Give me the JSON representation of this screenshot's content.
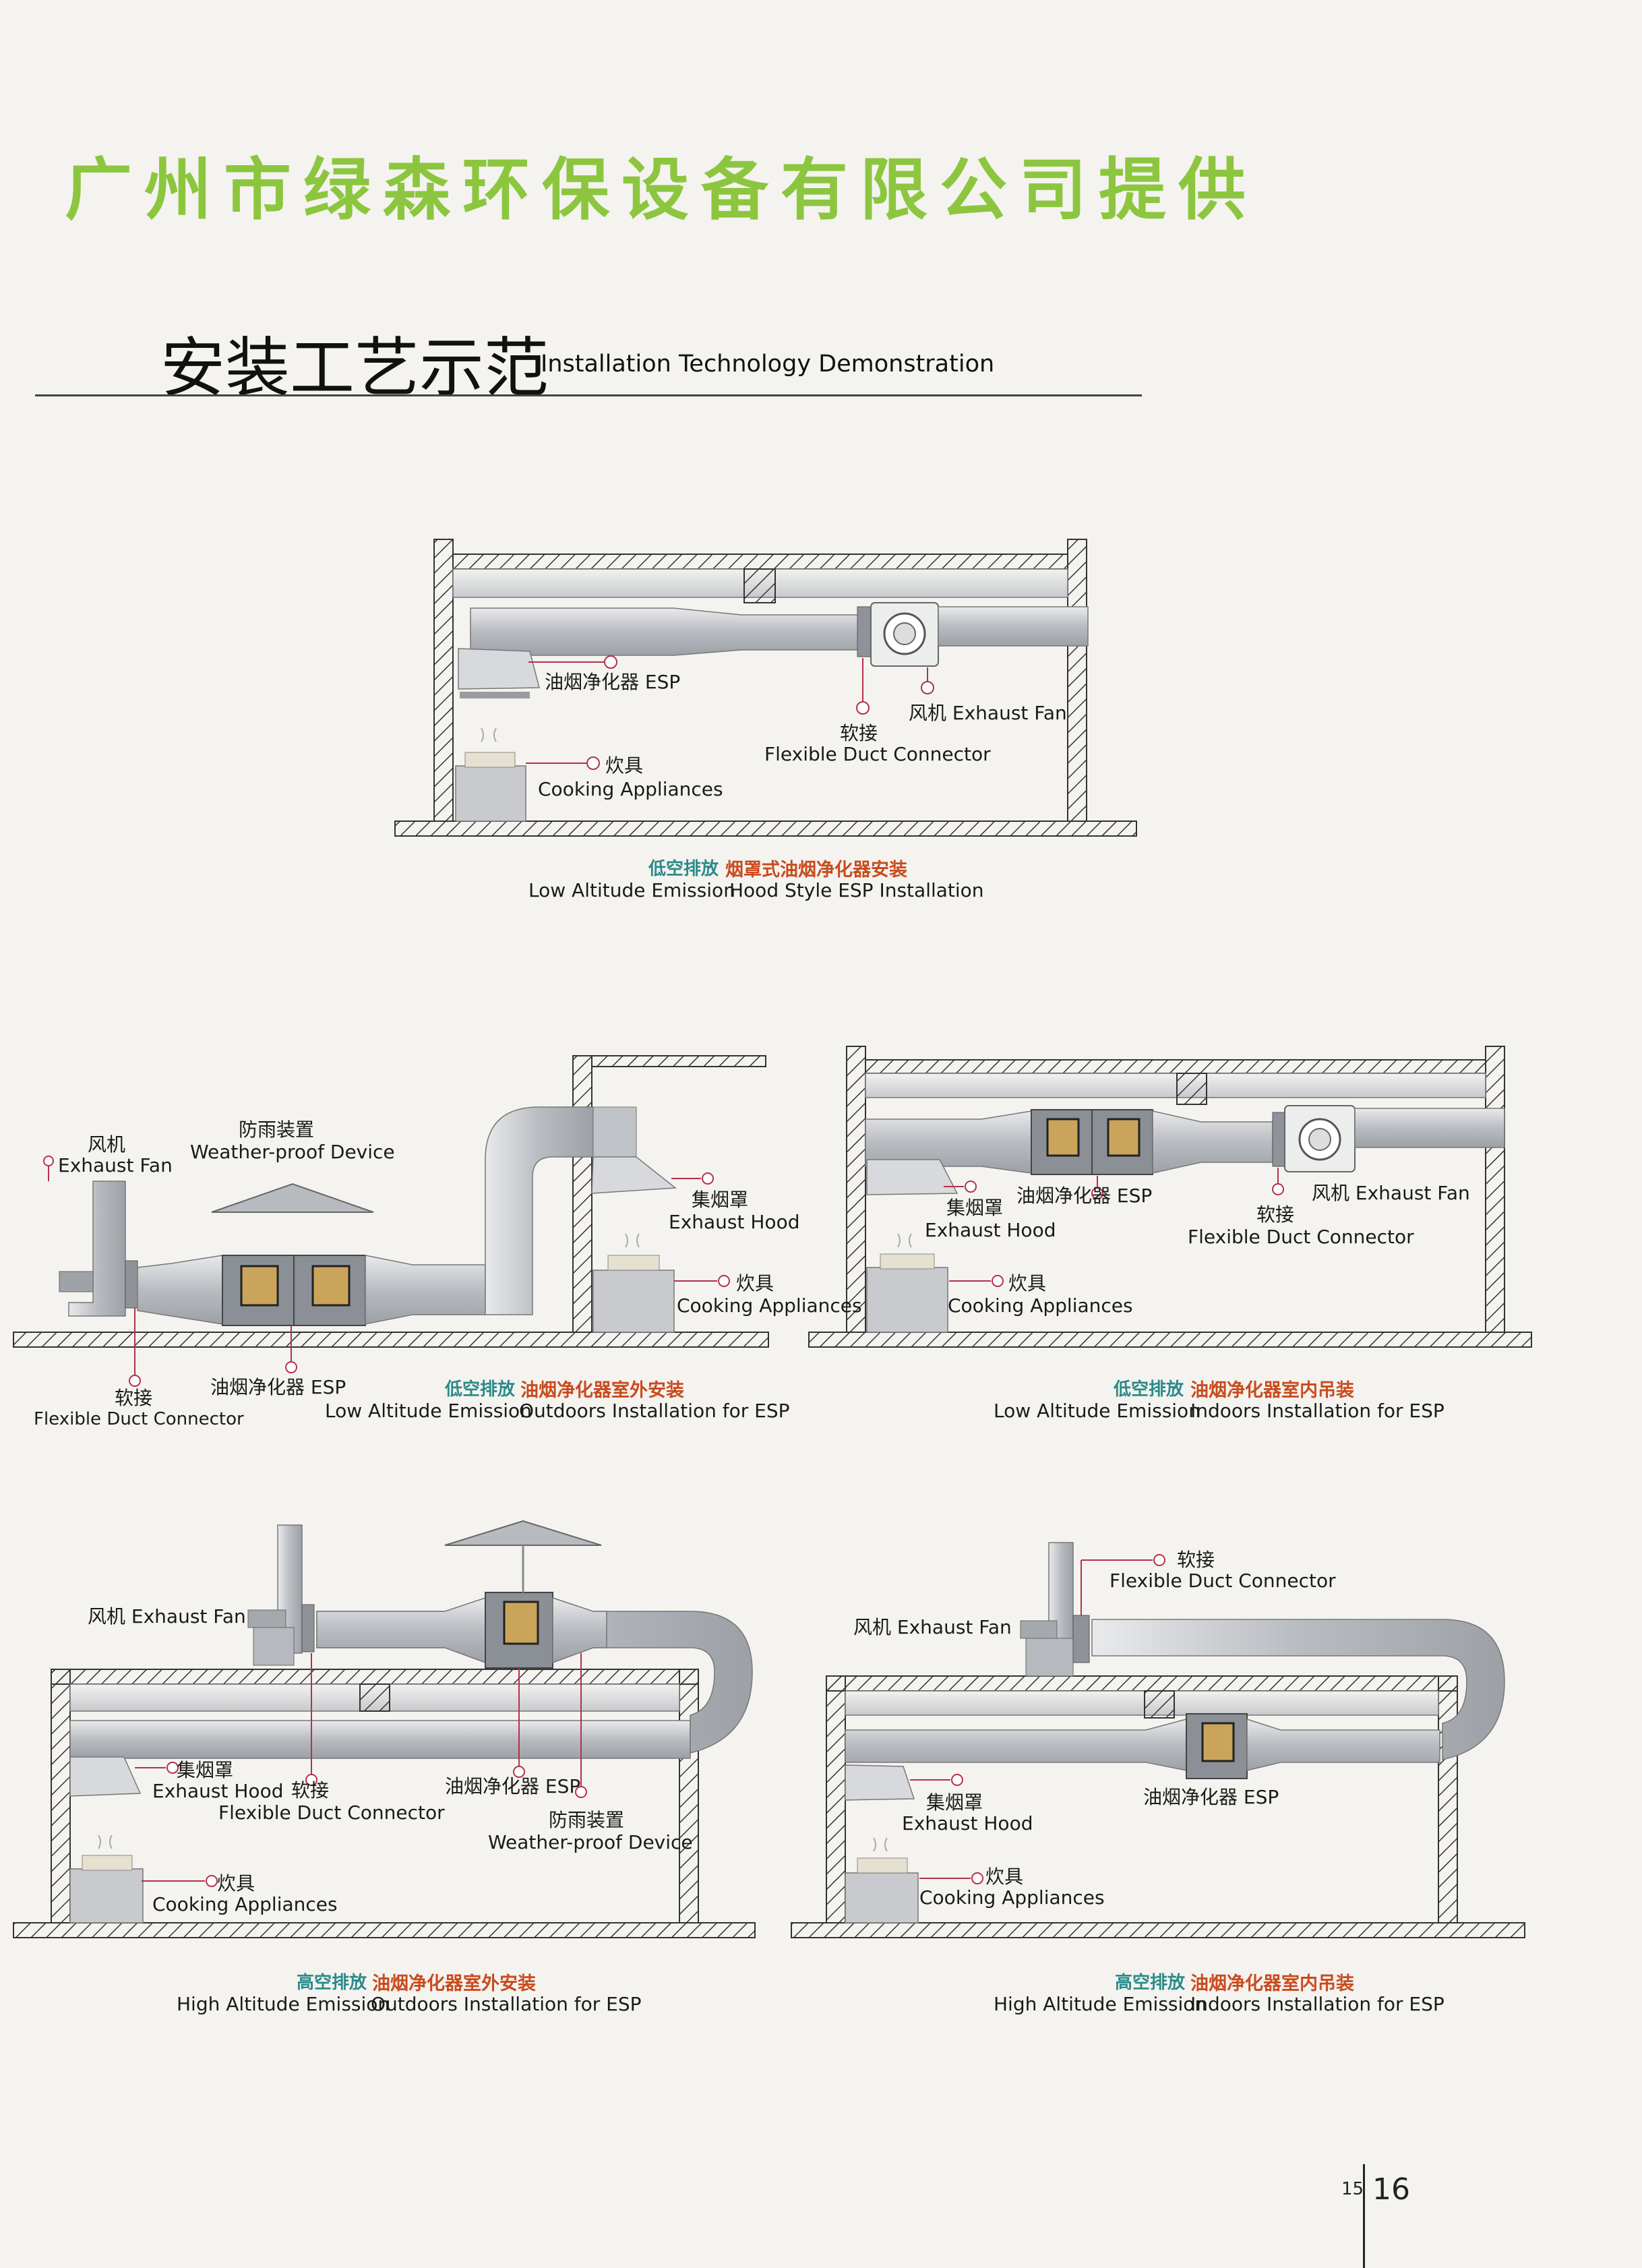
{
  "header": {
    "company": "广州市绿森环保设备有限公司提供",
    "heading_cn": "安装工艺示范",
    "heading_en": "Installation Technology Demonstration"
  },
  "diagram1": {
    "esp": "油烟净化器 ESP",
    "connector_cn": "软接",
    "connector_en": "Flexible Duct Connector",
    "fan": "风机 Exhaust Fan",
    "cooking_cn": "炊具",
    "cooking_en": "Cooking Appliances",
    "cap_cn1": "低空排放",
    "cap_cn2": "烟罩式油烟净化器安装",
    "cap_en1": "Low Altitude Emission",
    "cap_en2": "Hood Style ESP Installation"
  },
  "diagram2": {
    "fan_cn": "风机",
    "fan_en": "Exhaust Fan",
    "weather_cn": "防雨装置",
    "weather_en": "Weather-proof Device",
    "hood_cn": "集烟罩",
    "hood_en": "Exhaust Hood",
    "cooking_cn": "炊具",
    "cooking_en": "Cooking Appliances",
    "connector_cn": "软接",
    "connector_en": "Flexible Duct Connector",
    "esp": "油烟净化器 ESP",
    "cap_cn1": "低空排放",
    "cap_cn2": "油烟净化器室外安装",
    "cap_en1": "Low Altitude Emission",
    "cap_en2": "Outdoors Installation for ESP"
  },
  "diagram3": {
    "esp": "油烟净化器 ESP",
    "fan": "风机 Exhaust Fan",
    "hood_cn": "集烟罩",
    "hood_en": "Exhaust Hood",
    "connector_cn": "软接",
    "connector_en": "Flexible Duct Connector",
    "cooking_cn": "炊具",
    "cooking_en": "Cooking Appliances",
    "cap_cn1": "低空排放",
    "cap_cn2": "油烟净化器室内吊装",
    "cap_en1": "Low Altitude Emission",
    "cap_en2": "Indoors Installation for ESP"
  },
  "diagram4": {
    "fan": "风机 Exhaust Fan",
    "hood_cn": "集烟罩",
    "hood_en": "Exhaust Hood",
    "connector_cn": "软接",
    "connector_en": "Flexible Duct Connector",
    "esp": "油烟净化器 ESP",
    "weather_cn": "防雨装置",
    "weather_en": "Weather-proof Device",
    "cooking_cn": "炊具",
    "cooking_en": "Cooking Appliances",
    "cap_cn1": "高空排放",
    "cap_cn2": "油烟净化器室外安装",
    "cap_en1": "High Altitude Emission",
    "cap_en2": "Outdoors Installation for ESP"
  },
  "diagram5": {
    "connector_cn": "软接",
    "connector_en": "Flexible Duct Connector",
    "fan": "风机 Exhaust Fan",
    "esp": "油烟净化器 ESP",
    "hood_cn": "集烟罩",
    "hood_en": "Exhaust Hood",
    "cooking_cn": "炊具",
    "cooking_en": "Cooking Appliances",
    "cap_cn1": "高空排放",
    "cap_cn2": "油烟净化器室内吊装",
    "cap_en1": "High Altitude Emission",
    "cap_en2": "Indoors Installation for ESP"
  },
  "page_numbers": {
    "left": "15",
    "right": "16"
  },
  "colors": {
    "title": "#8cc63f",
    "caption_teal": "#2b8a8a",
    "caption_red": "#c94b1e",
    "leader": "#b5304a"
  }
}
